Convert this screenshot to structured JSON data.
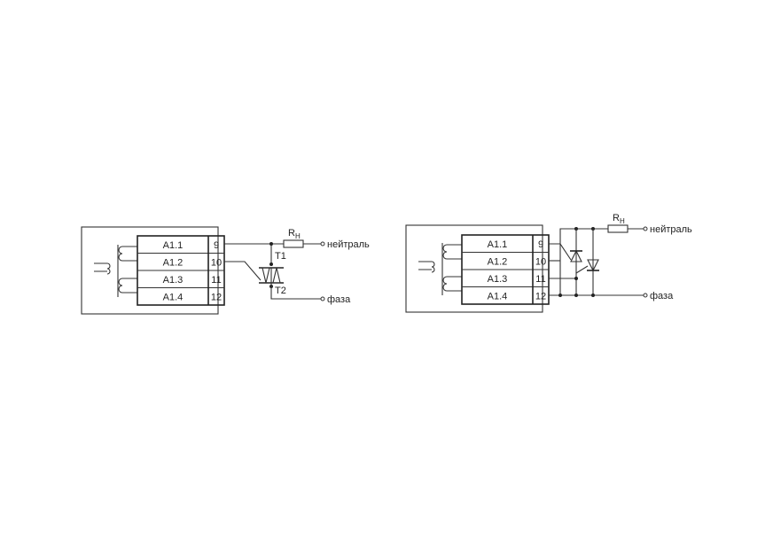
{
  "diagrams": [
    {
      "channels": [
        "A1.1",
        "A1.2",
        "A1.3",
        "A1.4"
      ],
      "terminals": [
        "9",
        "10",
        "11",
        "12"
      ],
      "load_label_main": "R",
      "load_label_sub": "Н",
      "neutral_label": "нейтраль",
      "phase_label": "фаза",
      "t1_label": "T1",
      "t2_label": "T2"
    },
    {
      "channels": [
        "A1.1",
        "A1.2",
        "A1.3",
        "A1.4"
      ],
      "terminals": [
        "9",
        "10",
        "11",
        "12"
      ],
      "load_label_main": "R",
      "load_label_sub": "Н",
      "neutral_label": "нейтраль",
      "phase_label": "фаза"
    }
  ]
}
